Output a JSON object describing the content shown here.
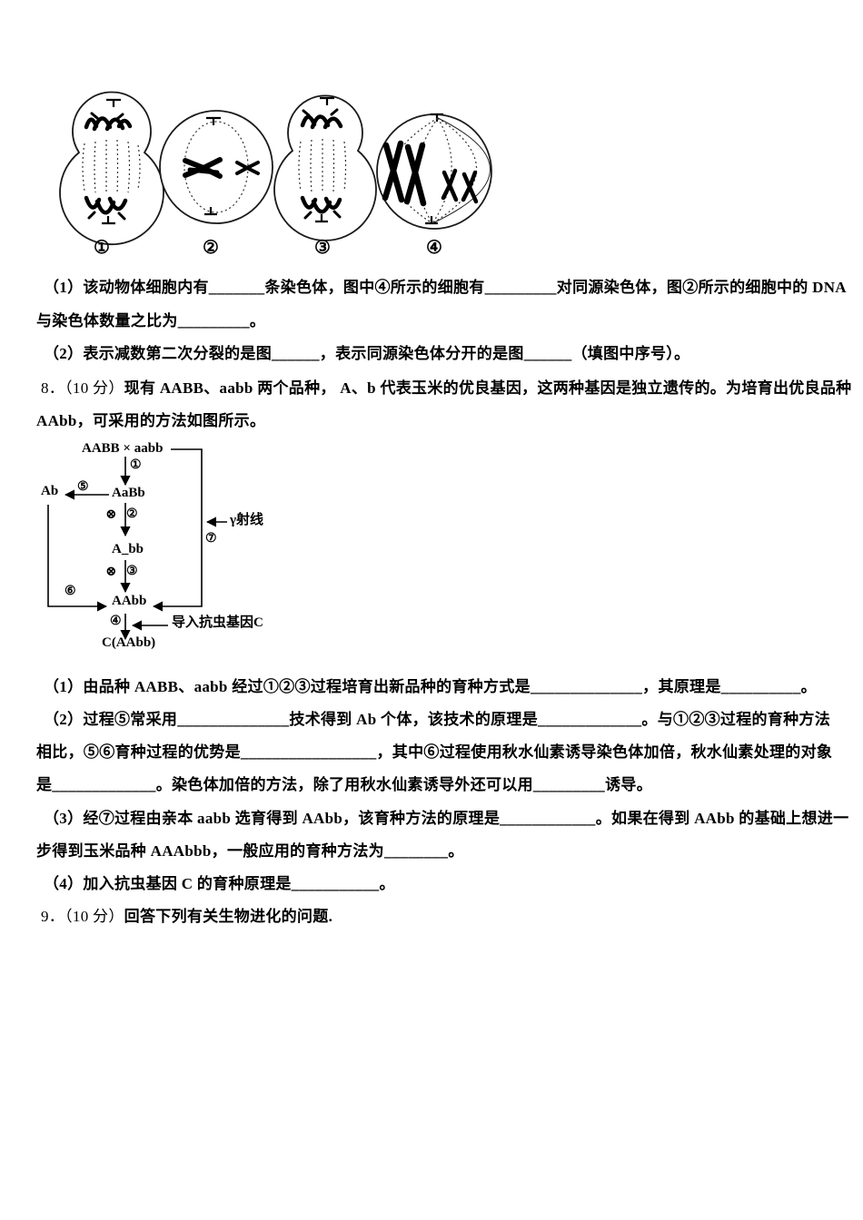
{
  "cells_figure": {
    "labels": [
      "①",
      "②",
      "③",
      "④"
    ]
  },
  "q7": {
    "line1": "（1）该动物体细胞内有_______条染色体，图中④所示的细胞有_________对同源染色体，图②所示的细胞中的 DNA",
    "line2": "与染色体数量之比为_________。",
    "line3": "（2）表示减数第二次分裂的是图______，表示同源染色体分开的是图______（填图中序号）。"
  },
  "q8": {
    "number": "8．",
    "score": "（10 分）",
    "stem_line1": "现有 AABB、aabb 两个品种， A、b 代表玉米的优良基因，这两种基因是独立遗传的。为培育出优良品种",
    "stem_line2": "AAbb，可采用的方法如图所示。",
    "diagram": {
      "cross": "AABB × aabb",
      "arrow1_label": "①",
      "f1": "AaBb",
      "self_cross": "⊗",
      "arrow2_label": "②",
      "f2": "A_bb",
      "arrow3_label": "③",
      "target": "AAbb",
      "gamete": "Ab",
      "arrow5_label": "⑤",
      "arrow6_label": "⑥",
      "arrow7_label": "⑦",
      "gamma_ray": "γ射线",
      "arrow4_label": "④",
      "insert_gene": "导入抗虫基因C",
      "final_product": "C(AAbb)"
    },
    "sub1": "（1）由品种 AABB、aabb 经过①②③过程培育出新品种的育种方式是______________，其原理是__________。",
    "sub2a": "（2）过程⑤常采用______________技术得到 Ab 个体，该技术的原理是_____________。与①②③过程的育种方法",
    "sub2b": "相比，⑤⑥育种过程的优势是_________________，其中⑥过程使用秋水仙素诱导染色体加倍，秋水仙素处理的对象",
    "sub2c": "是_____________。染色体加倍的方法，除了用秋水仙素诱导外还可以用_________诱导。",
    "sub3a": "（3）经⑦过程由亲本 aabb 选育得到 AAbb，该育种方法的原理是____________。如果在得到 AAbb 的基础上想进一",
    "sub3b": "步得到玉米品种 AAAbbb，一般应用的育种方法为________。",
    "sub4": "（4）加入抗虫基因 C 的育种原理是___________。"
  },
  "q9": {
    "number": "9．",
    "score": "（10 分）",
    "stem": "回答下列有关生物进化的问题."
  }
}
